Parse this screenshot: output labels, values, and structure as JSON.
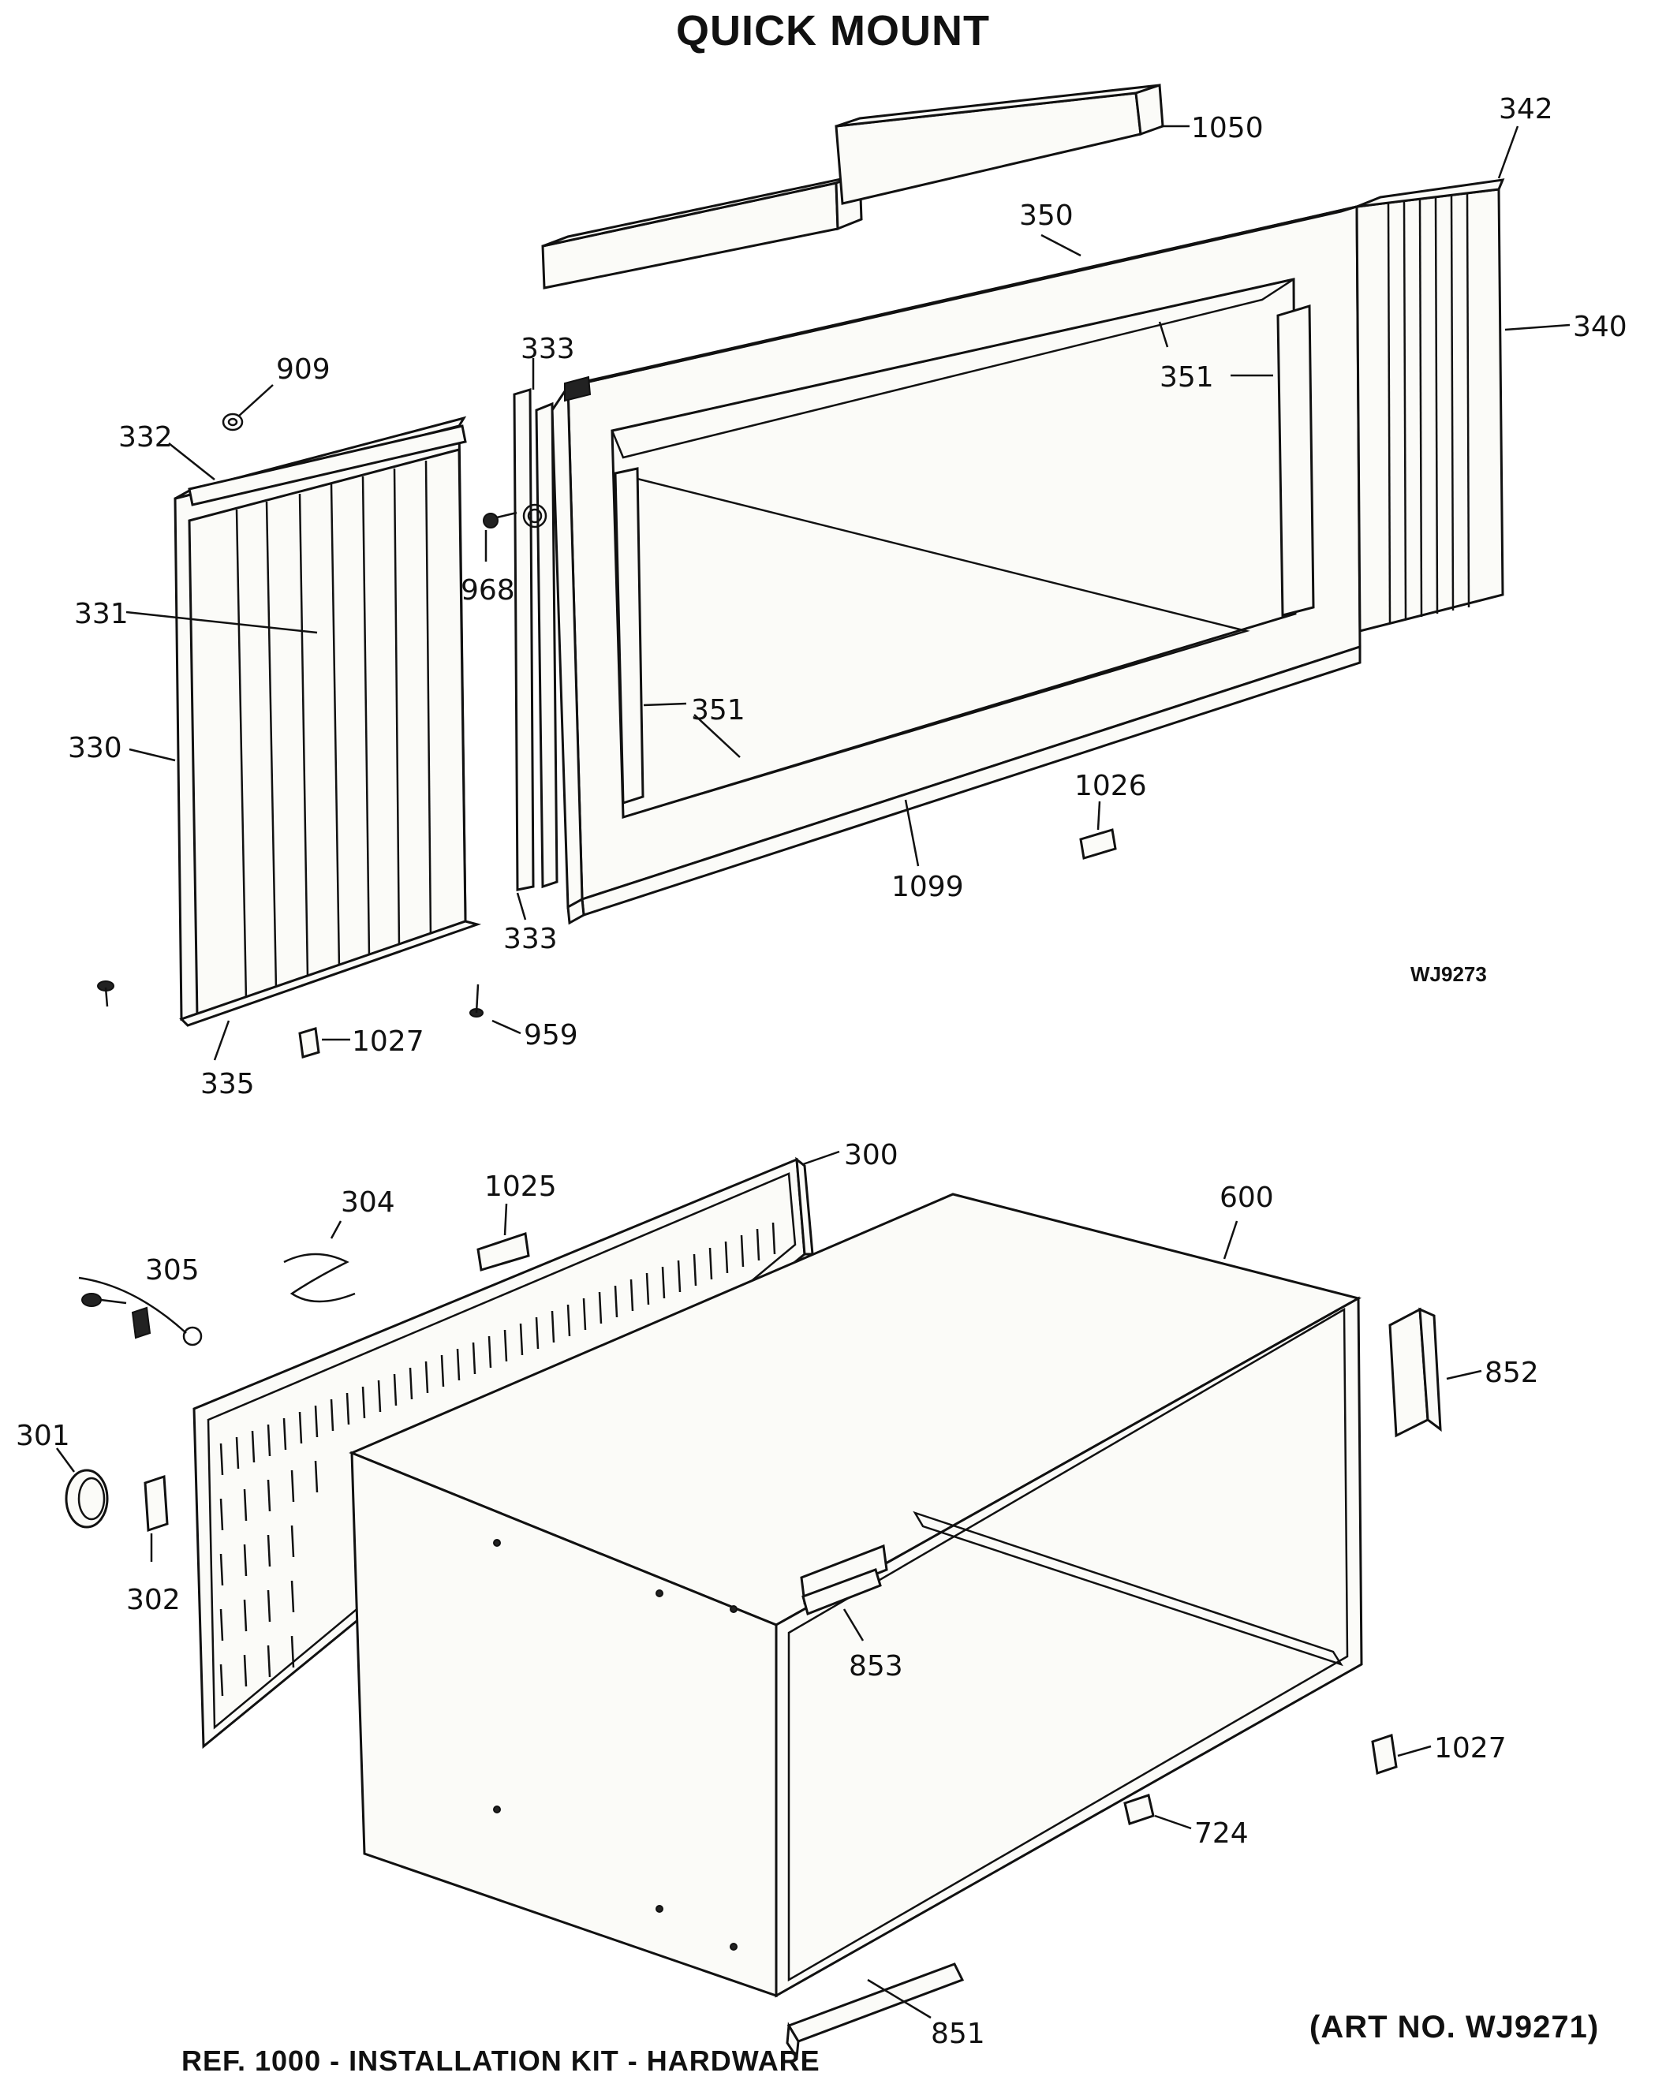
{
  "title": "QUICK MOUNT",
  "art_code": "WJ9273",
  "footer": {
    "ref_note": "REF. 1000 - INSTALLATION KIT - HARDWARE",
    "art_no": "(ART NO. WJ9271)"
  },
  "callouts": [
    "1050",
    "342",
    "350",
    "340",
    "351",
    "333",
    "909",
    "332",
    "968",
    "331",
    "351",
    "330",
    "1026",
    "1099",
    "333",
    "959",
    "1027",
    "335",
    "300",
    "304",
    "1025",
    "600",
    "305",
    "852",
    "301",
    "302",
    "853",
    "1027",
    "724",
    "851"
  ]
}
